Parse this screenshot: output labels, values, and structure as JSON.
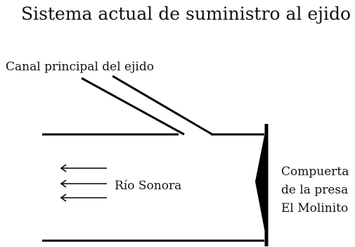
{
  "title": "Sistema actual de suministro al ejido",
  "labels": {
    "canal": "Canal principal del ejido",
    "river": "Río Sonora",
    "gate_line1": "Compuerta",
    "gate_line2": "de la presa",
    "gate_line3": "El Molinito"
  },
  "flow_arrow_count": 3,
  "colors": {
    "line": "#000000",
    "text": "#111111",
    "background": "#ffffff"
  }
}
